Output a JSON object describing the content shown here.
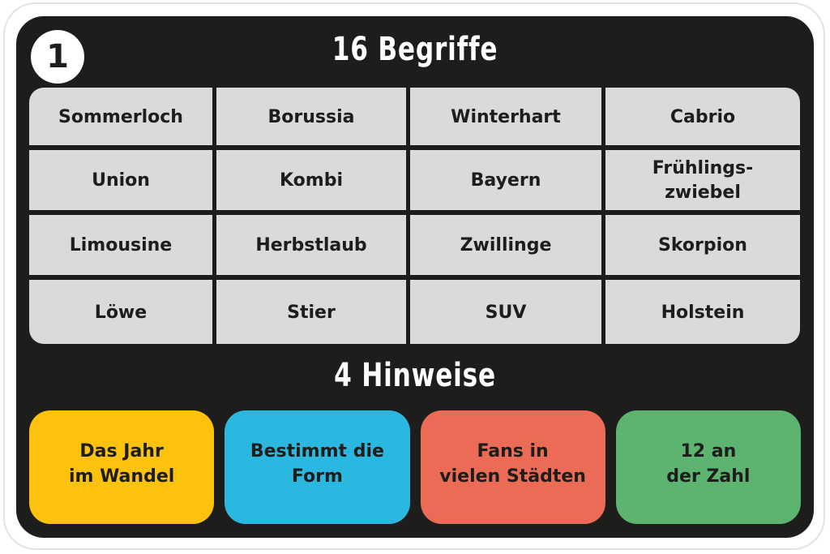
{
  "card": {
    "number": "1",
    "terms_title": "16 Begriffe",
    "hints_title": "4 Hinweise",
    "colors": {
      "background": "#1d1d1b",
      "grid": "#dadada",
      "text": "#1d1d1b",
      "title": "#ffffff"
    }
  },
  "terms": [
    [
      "Sommerloch",
      "Borussia",
      "Winterhart",
      "Cabrio"
    ],
    [
      "Union",
      "Kombi",
      "Bayern",
      "Frühlings-\nzwiebel"
    ],
    [
      "Limousine",
      "Herbstlaub",
      "Zwillinge",
      "Skorpion"
    ],
    [
      "Löwe",
      "Stier",
      "SUV",
      "Holstein"
    ]
  ],
  "hints": [
    {
      "label": "Das Jahr\nim Wandel",
      "color": "#fcc20d"
    },
    {
      "label": "Bestimmt die\nForm",
      "color": "#2bb8e0"
    },
    {
      "label": "Fans in\nvielen Städten",
      "color": "#ec6b57"
    },
    {
      "label": "12 an\nder Zahl",
      "color": "#5db471"
    }
  ]
}
